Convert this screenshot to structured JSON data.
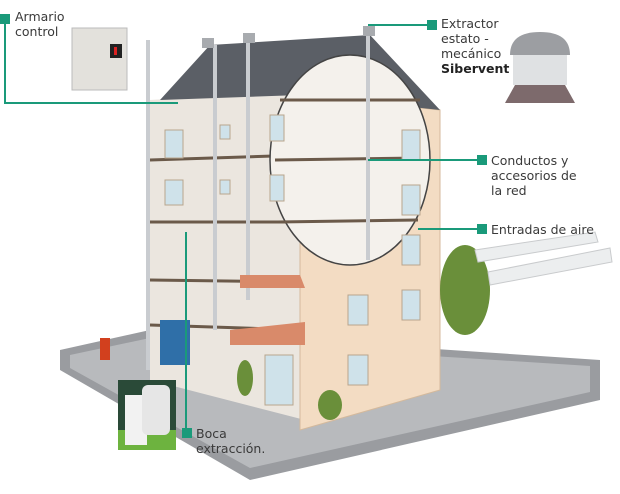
{
  "labels": {
    "armario": [
      "Armario",
      "control"
    ],
    "extractor": [
      "Extractor",
      "estato -",
      "mecánico",
      "Sibervent"
    ],
    "conductos": [
      "Conductos y",
      "accesorios de",
      "la red"
    ],
    "entradas": "Entradas de aire",
    "boca": [
      "Boca",
      "extracción."
    ]
  },
  "colors": {
    "accent": "#1a9a7a",
    "facade": "#f3dcc3",
    "roof": "#5b5f66"
  }
}
